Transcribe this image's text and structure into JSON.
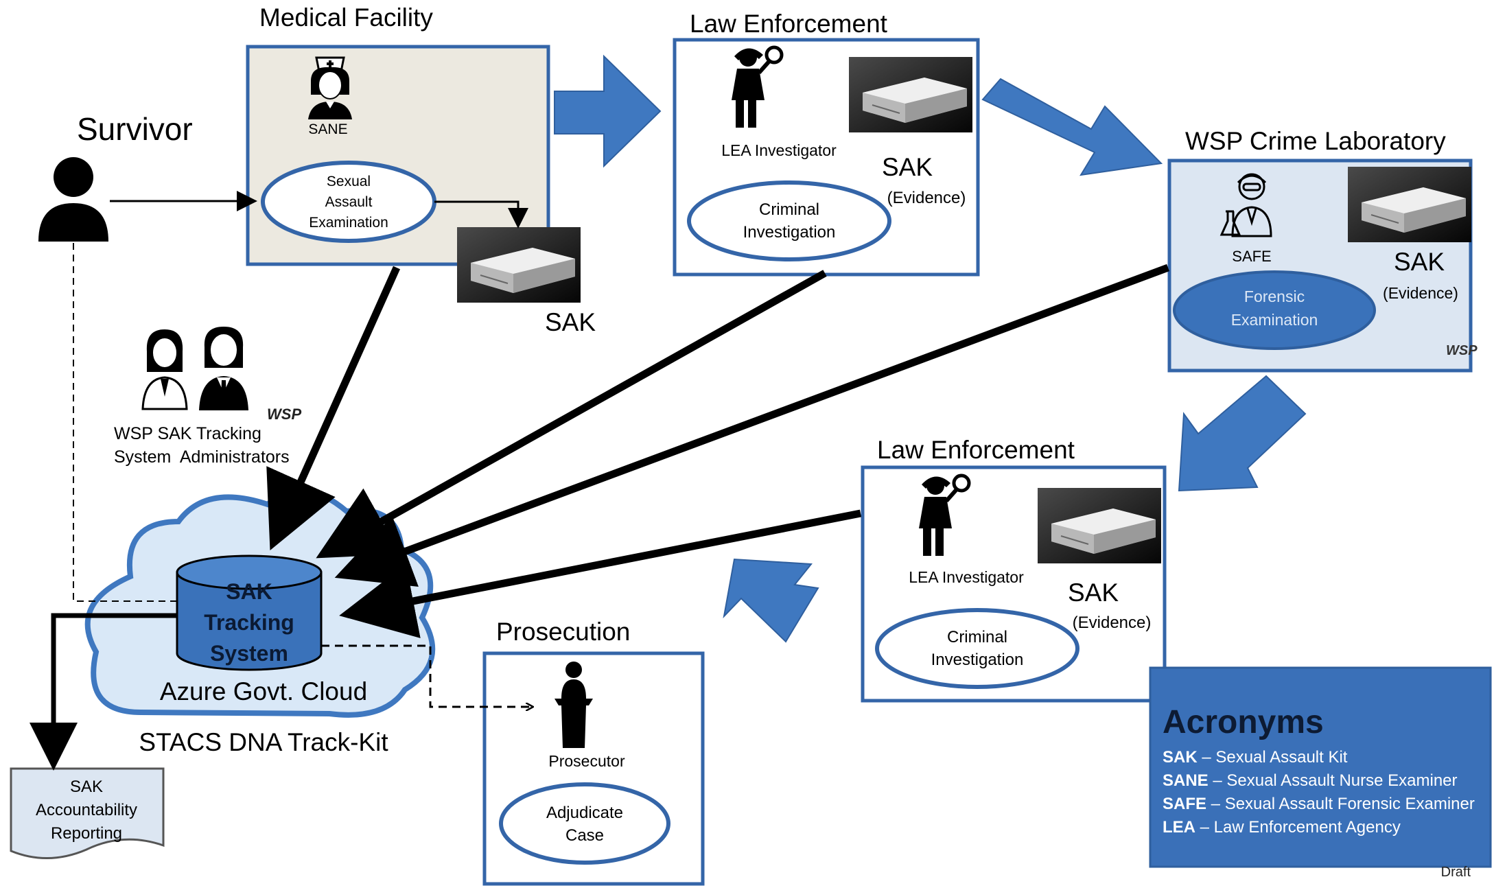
{
  "colors": {
    "arrow_blue": "#3f78c0",
    "box_border": "#3465a8",
    "medical_fill": "#ece9e0",
    "lab_fill": "#dce6f2",
    "cloud_fill": "#d9e8f7",
    "acronyms_fill": "#3a70b8",
    "ellipse_fill_dark": "#3a72ba"
  },
  "survivor": {
    "label": "Survivor",
    "icon": "person-silhouette-icon"
  },
  "medical": {
    "title": "Medical Facility",
    "role": "SANE",
    "role_icon": "nurse-icon",
    "exam_lines": [
      "Sexual",
      "Assault",
      "Examination"
    ],
    "kit_label": "SAK",
    "kit_icon": "kit-box-icon"
  },
  "le_top": {
    "title": "Law Enforcement",
    "role": "LEA Investigator",
    "role_icon": "investigator-icon",
    "kit_label": "SAK",
    "kit_sub": "(Evidence)",
    "activity_lines": [
      "Criminal",
      "Investigation"
    ]
  },
  "lab": {
    "title": "WSP Crime Laboratory",
    "role": "SAFE",
    "role_icon": "scientist-icon",
    "kit_label": "SAK",
    "kit_sub": "(Evidence)",
    "activity_lines": [
      "Forensic",
      "Examination"
    ],
    "logo": "WSP"
  },
  "le_bottom": {
    "title": "Law Enforcement",
    "role": "LEA Investigator",
    "role_icon": "investigator-icon",
    "kit_label": "SAK",
    "kit_sub": "(Evidence)",
    "activity_lines": [
      "Criminal",
      "Investigation"
    ]
  },
  "admins": {
    "lines": [
      "WSP SAK Tracking",
      "System  Administrators"
    ],
    "logo": "WSP",
    "icon": "admins-icon"
  },
  "cloud": {
    "db_lines": [
      "SAK",
      "Tracking",
      "System"
    ],
    "cloud_label": "Azure Govt. Cloud",
    "product": "STACS DNA Track-Kit"
  },
  "prosecution": {
    "title": "Prosecution",
    "role": "Prosecutor",
    "role_icon": "prosecutor-podium-icon",
    "activity_lines": [
      "Adjudicate",
      "Case"
    ]
  },
  "report": {
    "lines": [
      "SAK",
      "Accountability",
      "Reporting"
    ],
    "icon": "document-icon"
  },
  "acronyms": {
    "title": "Acronyms",
    "items": [
      {
        "abbr": "SAK",
        "def": " – Sexual Assault Kit"
      },
      {
        "abbr": "SANE",
        "def": " – Sexual Assault Nurse Examiner"
      },
      {
        "abbr": "SAFE",
        "def": " – Sexual Assault Forensic Examiner"
      },
      {
        "abbr": "LEA",
        "def": " – Law Enforcement Agency"
      }
    ]
  },
  "watermark": "Draft"
}
